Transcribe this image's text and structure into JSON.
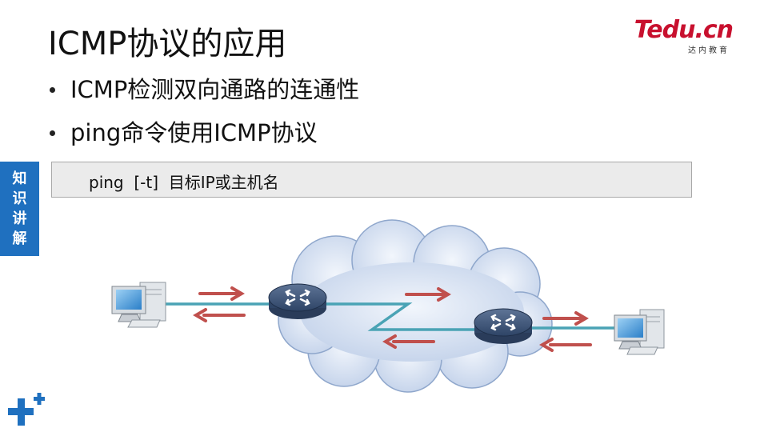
{
  "slide": {
    "title": "ICMP协议的应用",
    "bullets": [
      "ICMP检测双向通路的连通性",
      "ping命令使用ICMP协议"
    ],
    "side_tab": [
      "知",
      "识",
      "讲",
      "解"
    ],
    "command": "ping  [-t]  目标IP或主机名"
  },
  "logo": {
    "main": "Tedu.cn",
    "sub": "达内教育"
  },
  "colors": {
    "accent_blue": "#1f70bf",
    "arrow_red": "#c0504d",
    "link_teal": "#4aa3b5",
    "logo_red": "#c8102e"
  },
  "icons": {
    "left_host": "computer-icon",
    "right_host": "computer-icon",
    "router_1": "router-icon",
    "router_2": "router-icon",
    "cloud": "cloud-icon",
    "corner_mark": "plus-icon"
  }
}
